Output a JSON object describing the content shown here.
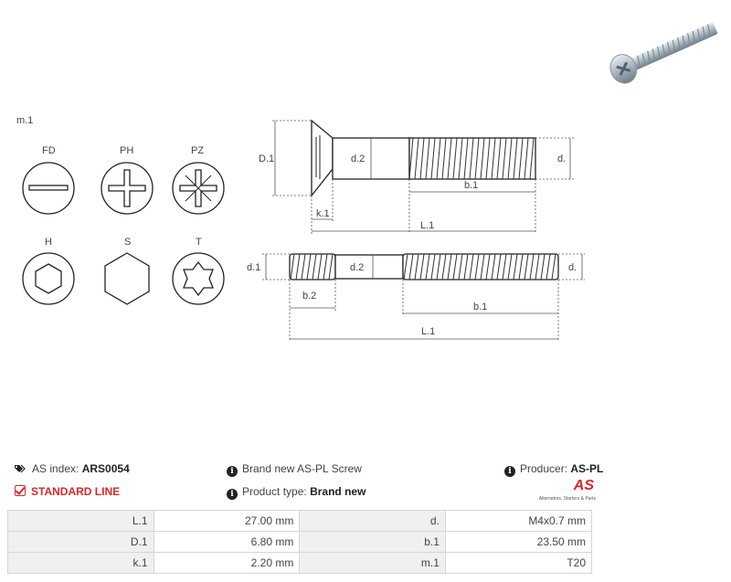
{
  "drawing": {
    "m1_label": "m.1",
    "drive_types": [
      {
        "label": "FD",
        "icon": "flat-drive-icon"
      },
      {
        "label": "PH",
        "icon": "phillips-drive-icon"
      },
      {
        "label": "PZ",
        "icon": "pozidriv-drive-icon"
      },
      {
        "label": "H",
        "icon": "hex-socket-drive-icon"
      },
      {
        "label": "S",
        "icon": "hex-head-drive-icon"
      },
      {
        "label": "T",
        "icon": "torx-drive-icon"
      }
    ],
    "top_dims": {
      "D1": "D.1",
      "d2": "d.2",
      "d": "d.",
      "b1": "b.1",
      "k1": "k.1",
      "L1": "L.1"
    },
    "bottom_dims": {
      "d1": "d.1",
      "d2": "d.2",
      "d": "d.",
      "b2": "b.2",
      "b1": "b.1",
      "L1": "L.1"
    }
  },
  "info": {
    "as_index_label": "AS index:",
    "as_index_value": "ARS0054",
    "standard_line": "STANDARD LINE",
    "brand_text": "Brand new AS-PL Screw",
    "product_type_label": "Product type:",
    "product_type_value": "Brand new",
    "producer_label": "Producer:",
    "producer_value": "AS-PL",
    "logo_text": "AS",
    "logo_tagline": "Alternators, Starters & Parts"
  },
  "specs": [
    {
      "k1": "L.1",
      "v1": "27.00 mm",
      "k2": "d.",
      "v2": "M4x0.7 mm"
    },
    {
      "k1": "D.1",
      "v1": "6.80 mm",
      "k2": "b.1",
      "v2": "23.50 mm"
    },
    {
      "k1": "k.1",
      "v1": "2.20 mm",
      "k2": "m.1",
      "v2": "T20"
    }
  ],
  "colors": {
    "accent": "#d9262c",
    "line": "#222222",
    "dim": "#555555"
  }
}
